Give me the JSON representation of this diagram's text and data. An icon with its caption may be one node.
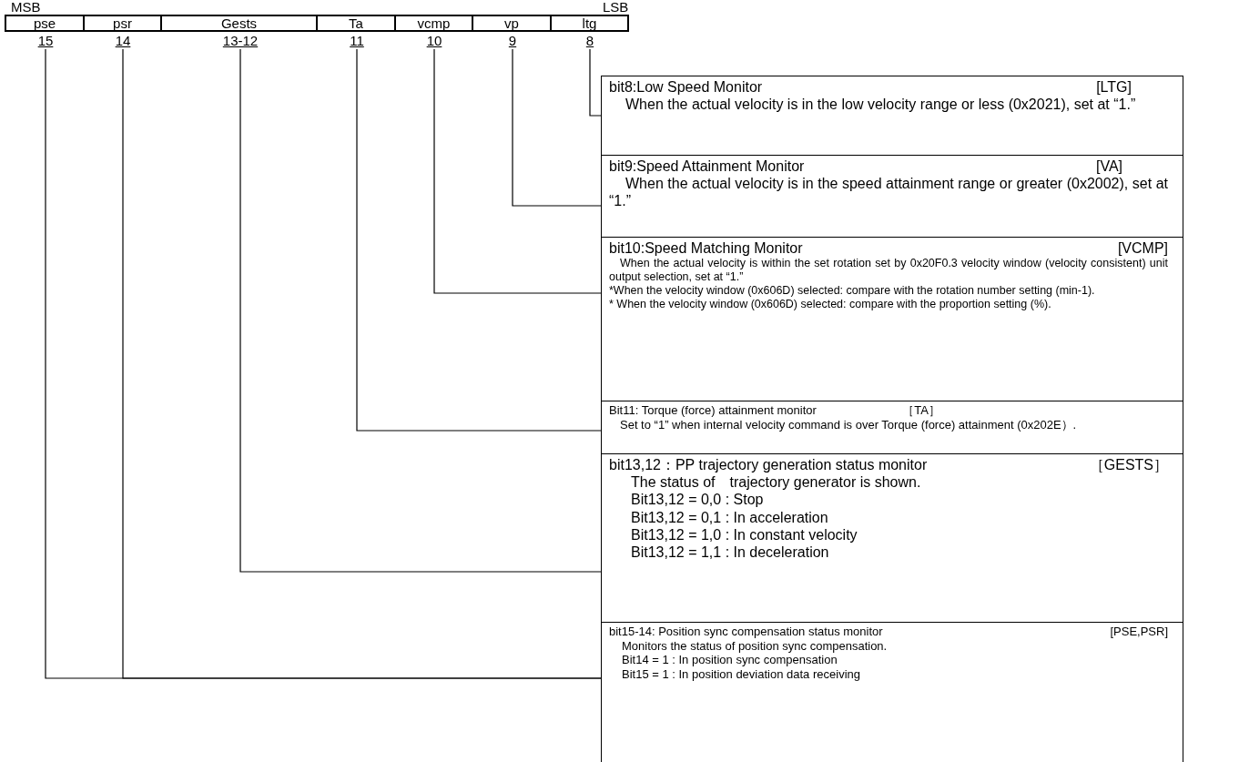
{
  "diagram": {
    "nodes": [
      {
        "text": [
          "pse"
        ]
      },
      {
        "text": [
          "psr"
        ]
      },
      {
        "text": [
          "Gests"
        ]
      },
      {
        "text": [
          "Ta"
        ]
      },
      {
        "text": [
          "vcmp"
        ]
      },
      {
        "text": [
          "vp"
        ]
      },
      {
        "text": [
          "ltg"
        ]
      },
      {
        "text": [
          "15"
        ]
      },
      {
        "text": [
          "14"
        ]
      },
      {
        "text": [
          "13-12"
        ]
      },
      {
        "text": [
          "11"
        ]
      },
      {
        "text": [
          "10"
        ]
      },
      {
        "text": [
          "9"
        ]
      },
      {
        "text": [
          "8"
        ]
      },
      {
        "text": [
          "bit8:Low Speed Monitor",
          "[LTG]",
          "When the actual velocity is in the low velocity range or less (0x2021), set at “1.”"
        ]
      },
      {
        "text": [
          "bit9:Speed Attainment Monitor",
          "[VA]",
          "When the actual velocity is in the speed attainment range or greater (0x2002), set at “1.”"
        ]
      },
      {
        "text": [
          "bit10:Speed Matching Monitor",
          "[VCMP]",
          "When the actual velocity is within the set rotation set by 0x20F0.3 velocity window (velocity consistent) unit output selection, set at “1.”",
          "*When the velocity window (0x606D) selected: compare with the rotation number setting (min-1).",
          "* When the velocity window (0x606D) selected: compare with the proportion setting (%)."
        ]
      },
      {
        "text": [
          "Bit11: Torque (force) attainment monitor",
          "［TA］",
          "Set to “1” when internal velocity command is over Torque (force) attainment (0x202E）."
        ]
      },
      {
        "text": [
          "bit13,12：PP trajectory generation status monitor",
          "［GESTS］",
          "The status of　trajectory generator is shown.",
          "Bit13,12 = 0,0 : Stop",
          "Bit13,12 = 0,1 : In acceleration",
          "Bit13,12 = 1,0 : In constant velocity",
          "Bit13,12 = 1,1 : In deceleration"
        ]
      },
      {
        "text": [
          "bit15-14: Position sync compensation status monitor",
          "[PSE,PSR]",
          "Monitors the status of position sync compensation.",
          "Bit14 = 1 : In position sync compensation",
          "Bit15 = 1 : In position deviation data receiving"
        ]
      }
    ],
    "edges": [
      {
        "from": 13,
        "to": 14,
        "arrow": "none"
      },
      {
        "from": 12,
        "to": 15,
        "arrow": "none"
      },
      {
        "from": 11,
        "to": 16,
        "arrow": "none"
      },
      {
        "from": 10,
        "to": 17,
        "arrow": "none"
      },
      {
        "from": 9,
        "to": 18,
        "arrow": "none"
      },
      {
        "from": 8,
        "to": 19,
        "arrow": "none"
      },
      {
        "from": 7,
        "to": 19,
        "arrow": "none"
      }
    ],
    "labels": [
      "MSB",
      "LSB"
    ]
  }
}
